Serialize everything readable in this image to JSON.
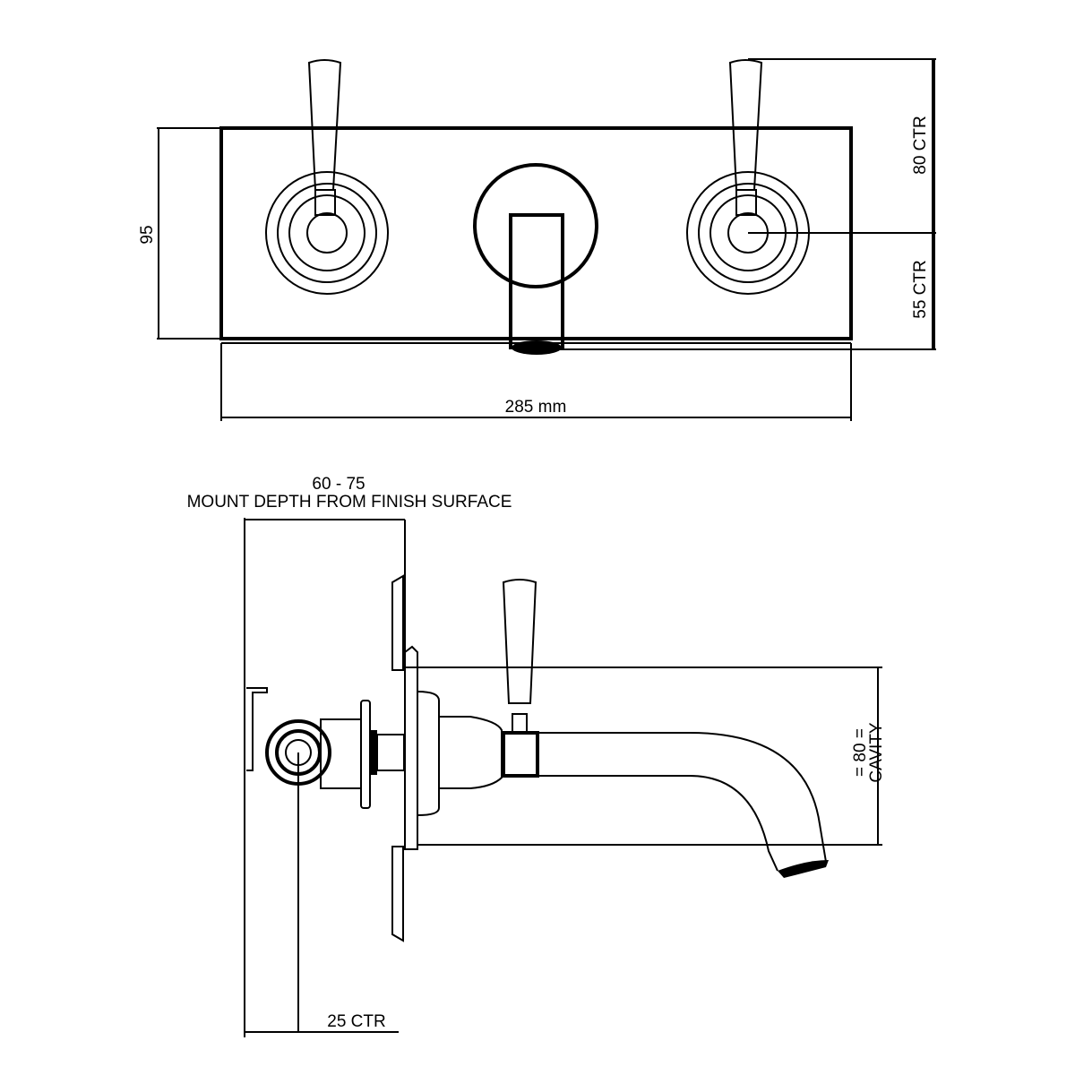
{
  "front_view": {
    "height_label": "95",
    "width_label": "285 mm",
    "upper_ctr_label": "80  CTR",
    "lower_ctr_label": "55  CTR"
  },
  "side_view": {
    "depth_range_label": "60  - 75",
    "depth_caption": "MOUNT DEPTH FROM FINISH SURFACE",
    "cavity_label_1": "= 80 =",
    "cavity_label_2": "CAVITY",
    "ctr_label": "25  CTR"
  }
}
